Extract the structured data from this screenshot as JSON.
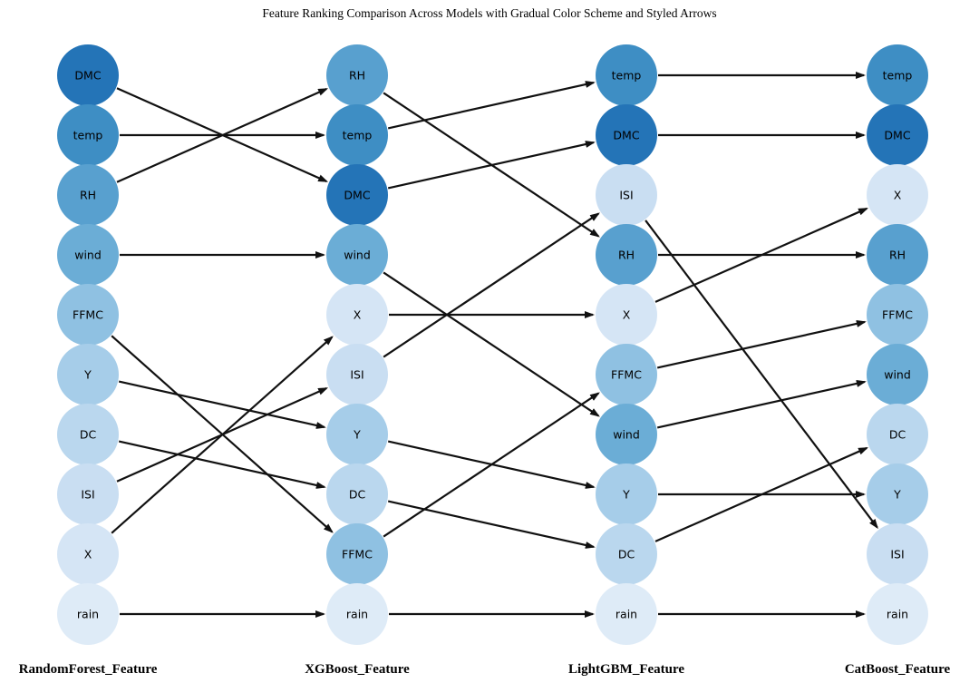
{
  "chart_data": {
    "type": "ranking",
    "title": "Feature Ranking Comparison Across Models with Gradual Color Scheme and Styled Arrows",
    "description": "Bump-style ranking chart: 10 features ranked 1 (top) to 10 (bottom) for four models; arrows trace each feature's rank change between adjacent model columns; node color is a Blues gradient keyed to the feature's RandomForest rank (darkest = rank 1).",
    "models": [
      {
        "name": "RandomForest_Feature",
        "ranking": [
          "DMC",
          "temp",
          "RH",
          "wind",
          "FFMC",
          "Y",
          "DC",
          "ISI",
          "X",
          "rain"
        ]
      },
      {
        "name": "XGBoost_Feature",
        "ranking": [
          "RH",
          "temp",
          "DMC",
          "wind",
          "X",
          "ISI",
          "Y",
          "DC",
          "FFMC",
          "rain"
        ]
      },
      {
        "name": "LightGBM_Feature",
        "ranking": [
          "temp",
          "DMC",
          "ISI",
          "RH",
          "X",
          "FFMC",
          "wind",
          "Y",
          "DC",
          "rain"
        ]
      },
      {
        "name": "CatBoost_Feature",
        "ranking": [
          "temp",
          "DMC",
          "X",
          "RH",
          "FFMC",
          "wind",
          "DC",
          "Y",
          "ISI",
          "rain"
        ]
      }
    ],
    "feature_colors": {
      "DMC": "#2474b7",
      "temp": "#3e8ec4",
      "RH": "#58a0cf",
      "wind": "#6badd6",
      "FFMC": "#8fc1e2",
      "Y": "#a6cde9",
      "DC": "#bad7ee",
      "ISI": "#c9def2",
      "X": "#d5e5f5",
      "rain": "#deebf7"
    },
    "arrow_color": "#111111",
    "node_text_color": "#000000",
    "legend_position": "none",
    "grid": false
  }
}
